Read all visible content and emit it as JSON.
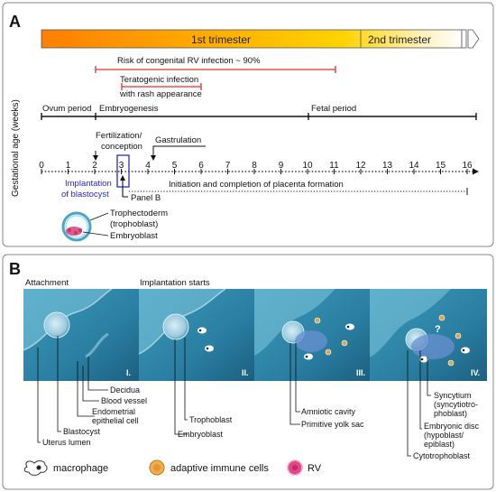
{
  "panel_a": {
    "letter": "A",
    "bar": {
      "first_trimester": "1st trimester",
      "second_trimester": "2nd trimester"
    },
    "risk_label": "Risk of congenital RV infection ~ 90%",
    "teratogenic_label_1": "Teratogenic infection",
    "teratogenic_label_2": "with rash appearance",
    "periods": {
      "ovum": "Ovum period",
      "embryogenesis": "Embryogenesis",
      "fetal": "Fetal period"
    },
    "fertilization_1": "Fertilization/",
    "fertilization_2": "conception",
    "gastrulation": "Gastrulation",
    "axis_label": "Gestational age (weeks)",
    "ticks": [
      "0",
      "1",
      "2",
      "3",
      "4",
      "5",
      "6",
      "7",
      "8",
      "9",
      "10",
      "11",
      "12",
      "13",
      "14",
      "15",
      "16"
    ],
    "implantation_1": "Implantation",
    "implantation_2": "of blastocyst",
    "panel_b_ref": "Panel B",
    "placenta": "Initiation and completion of placenta formation",
    "trophectoderm_1": "Trophectoderm",
    "trophectoderm_2": "(trophoblast)",
    "embryoblast": "Embryoblast",
    "colors": {
      "bar_start": "#ff7f00",
      "bar_end": "#ffffff",
      "risk_line": "#e03030",
      "implant": "#2828c8"
    }
  },
  "panel_b": {
    "letter": "B",
    "stage_titles": [
      "Attachment",
      "Implantation starts"
    ],
    "stage_numerals": [
      "I.",
      "II.",
      "III.",
      "IV."
    ],
    "labels_i": [
      "Decidua",
      "Blood vessel",
      "Endometrial",
      "epithelial cell",
      "Blastocyst",
      "Uterus lumen"
    ],
    "labels_ii": [
      "Trophoblast",
      "Embryoblast"
    ],
    "labels_iii": [
      "Amniotic cavity",
      "Primitive yolk sac"
    ],
    "labels_iv": [
      "Syncytium",
      "(syncytiotro-",
      "phoblast)",
      "Embryonic disc",
      "(hypoblast/",
      "epiblast)",
      "Cytotrophoblast"
    ],
    "question_mark": "?",
    "legend": [
      "macrophage",
      "adaptive immune cells",
      "RV"
    ]
  }
}
